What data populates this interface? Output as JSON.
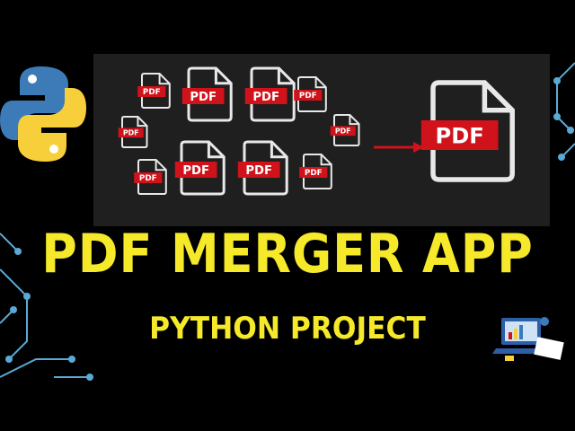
{
  "thumbnail": {
    "title": "PDF MERGER APP",
    "subtitle": "PYTHON PROJECT"
  },
  "icons": {
    "pdf_label": "PDF",
    "python_logo": "python-logo-icon",
    "pdf_file": "pdf-file-icon",
    "arrow": "right-arrow-icon",
    "laptop_illustration": "laptop-illustration-icon"
  },
  "colors": {
    "title": "#f5e92a",
    "pdf_badge": "#d0121a",
    "arrow": "#d0121a",
    "python_blue": "#3d7ab8",
    "python_yellow": "#f7cf3a",
    "circuit": "#5aa9d6"
  }
}
